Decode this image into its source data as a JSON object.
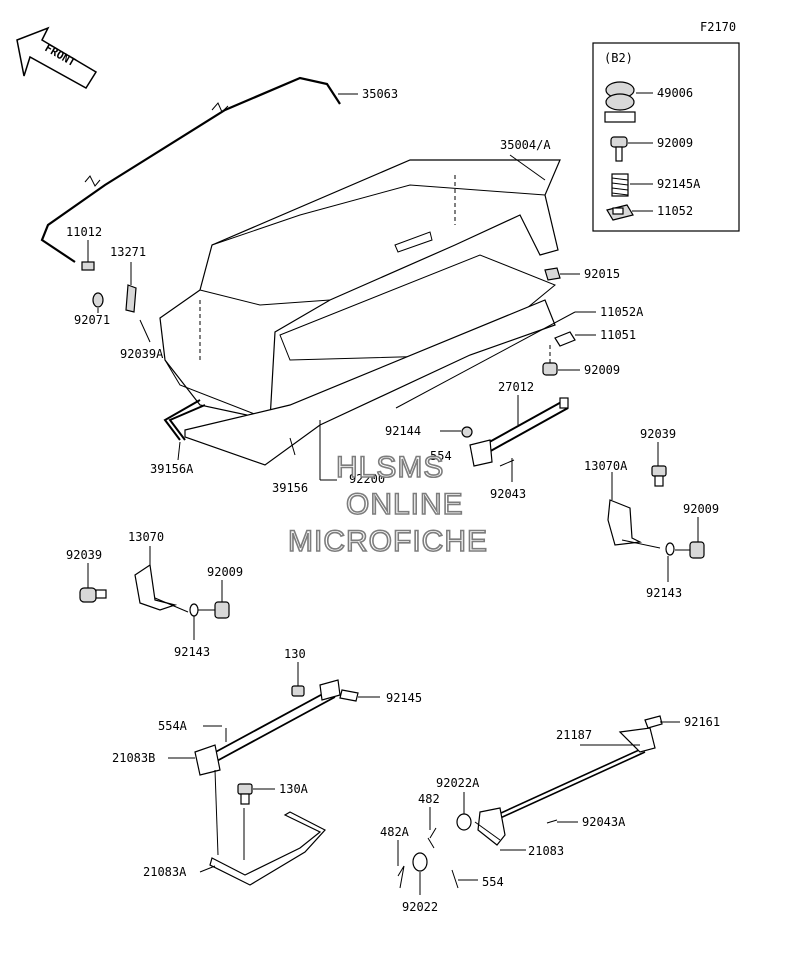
{
  "figure_code": "F2170",
  "front_label": "FRONT",
  "inset": {
    "title": "(B2)",
    "parts": [
      "49006",
      "92009",
      "92145A",
      "11052"
    ]
  },
  "callouts": {
    "35063": "35063",
    "35004A": "35004/A",
    "11012": "11012",
    "13271": "13271",
    "92071": "92071",
    "92039A": "92039A",
    "92015": "92015",
    "11052A": "11052A",
    "11051": "11051",
    "92009_right": "92009",
    "27012": "27012",
    "92144": "92144",
    "554_top": "554",
    "92043": "92043",
    "39156A": "39156A",
    "39156": "39156",
    "92200": "92200",
    "92039_right": "92039",
    "13070A": "13070A",
    "92009_far_right": "92009",
    "92143_right": "92143",
    "92039_left": "92039",
    "13070": "13070",
    "92009_left": "92009",
    "92143_left": "92143",
    "130": "130",
    "92145": "92145",
    "554A": "554A",
    "21083B": "21083B",
    "130A": "130A",
    "21083A": "21083A",
    "21187": "21187",
    "92161": "92161",
    "92022A": "92022A",
    "482": "482",
    "92043A": "92043A",
    "482A": "482A",
    "21083": "21083",
    "554_bottom": "554",
    "92022": "92022"
  },
  "watermark": [
    "HLSMS",
    "ONLINE",
    "MICROFICHE"
  ]
}
